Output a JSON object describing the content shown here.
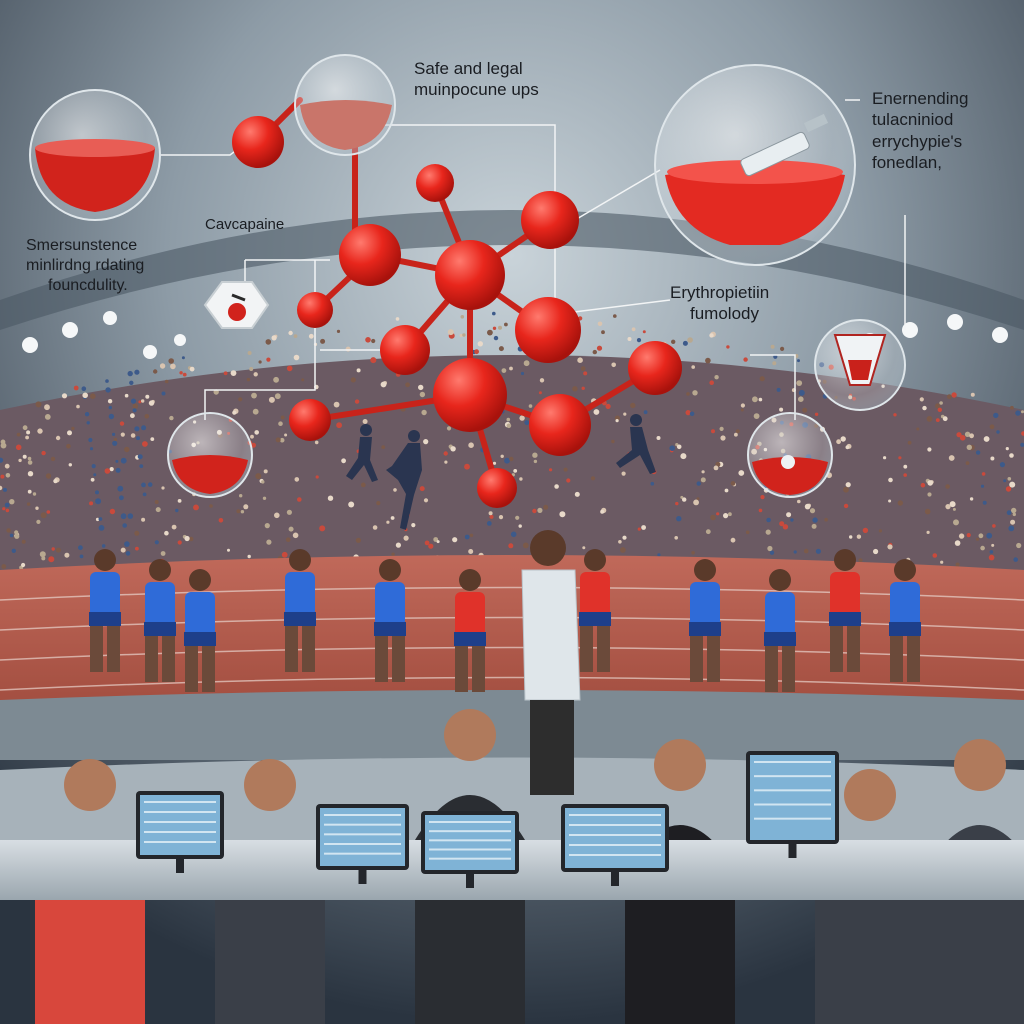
{
  "scene": {
    "description_free": true
  },
  "labels": {
    "top": [
      "Safe and legal",
      "muinpocune ups"
    ],
    "right": [
      "Enernending",
      "tulacniniod",
      "errychypie's",
      "fonedlan,"
    ],
    "mid": [
      "Cavcapaine"
    ],
    "left": [
      "Smersunstence",
      "minlirdng rdating",
      "founcdulity."
    ],
    "erythro": [
      "Erythropietiin",
      "fumolody"
    ]
  },
  "colors": {
    "molecule": "#e8261c",
    "sky": "#8a9aa6",
    "track": "#b85a48",
    "field": "#5f8a48",
    "jersey": "#2f6bd8",
    "desk": "#c9d0d6"
  }
}
